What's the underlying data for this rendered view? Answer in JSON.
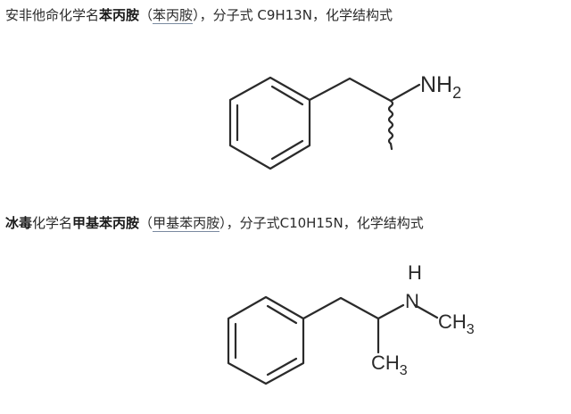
{
  "section1": {
    "prefix": "安非他命化学名",
    "name_bold": "苯丙胺",
    "paren_open": "（",
    "linked_name": "苯丙胺",
    "paren_close": "）",
    "middle": "，分子式 C9H13N，化学结构式",
    "structure": {
      "compound": "amphetamine",
      "labels": {
        "amine": "NH",
        "amine_sub": "2"
      }
    }
  },
  "section2": {
    "prefix_bold": "冰毒",
    "prefix": "化学名",
    "name_bold": "甲基苯丙胺",
    "paren_open": "（",
    "linked_name": "甲基苯丙胺",
    "paren_close": "）",
    "middle": "，分子式C10H15N，化学结构式",
    "structure": {
      "compound": "methamphetamine",
      "labels": {
        "h": "H",
        "n": "N",
        "methyl_c": "CH",
        "methyl_sub": "3",
        "methyl2_c": "CH",
        "methyl2_sub": "3"
      }
    }
  }
}
